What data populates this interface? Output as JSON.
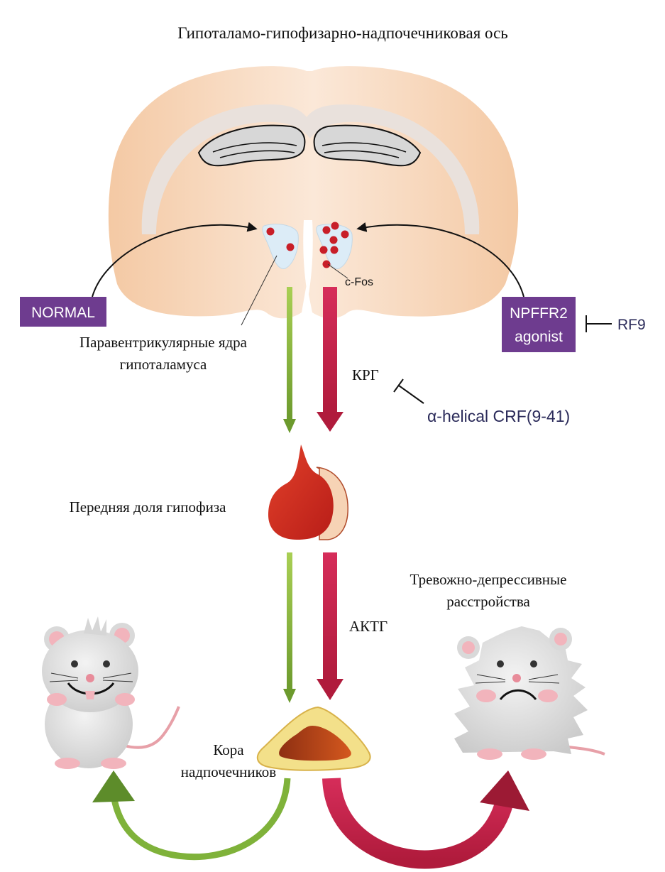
{
  "title": "Гипоталамо-гипофизарно-надпочечниковая ось",
  "labels": {
    "normal": "NORMAL",
    "agonist_line1": "NPFFR2",
    "agonist_line2": "agonist",
    "rf9": "RF9",
    "cfos": "c-Fos",
    "pvn_line1": "Паравентрикулярные ядра",
    "pvn_line2": "гипоталамуса",
    "crh": "КРГ",
    "crh_antagonist": "α-helical CRF(9-41)",
    "pituitary": "Передняя доля гипофиза",
    "acth": "АКТГ",
    "disorder_line1": "Тревожно-депрессивные",
    "disorder_line2": "расстройства",
    "adrenal_line1": "Кора",
    "adrenal_line2": "надпочечников"
  },
  "colors": {
    "normal_path": "#7fb23a",
    "agonist_path": "#c8224a",
    "label_box": "#6e3c8f",
    "brain": "#f6d3b5",
    "pituitary": "#c8261e",
    "adrenal_rim": "#f3e08a",
    "adrenal_core": "#a8401a",
    "cfos_dot": "#c81e28"
  },
  "icons": {
    "normal_mouse": "happy-mouse-icon",
    "stressed_mouse": "sad-mouse-icon"
  }
}
